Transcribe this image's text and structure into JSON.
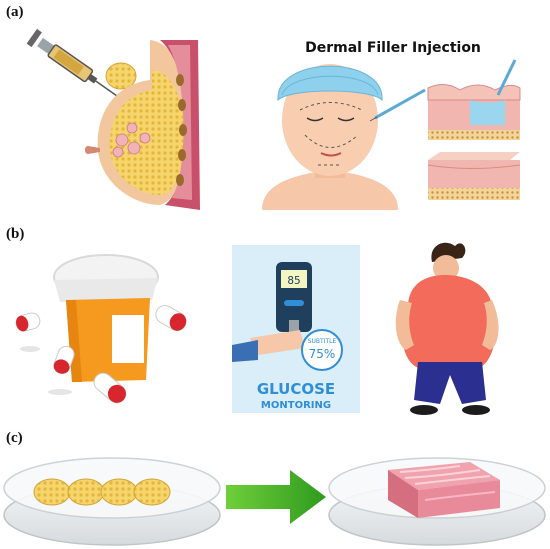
{
  "panels": [
    {
      "label": "(a)"
    },
    {
      "label": "(b)"
    },
    {
      "label": "(c)"
    }
  ],
  "dermal": {
    "title": "Dermal Filler Injection"
  },
  "glucose": {
    "meter_reading": "85",
    "badge_top": "SUBTITLE",
    "badge_value": "75%",
    "title_line1": "GLUCOSE",
    "title_line2": "MONTORING"
  },
  "colors": {
    "skin": "#f6c7a8",
    "fat_yellow": "#f2cf5e",
    "cap_blue": "#8fd0ec",
    "bottle_orange": "#f59a1f",
    "capsule_red": "#d8262f",
    "glucose_bg": "#d9eef9",
    "glucose_text": "#2f8ed6",
    "shirt_red": "#f26b5b",
    "pants_blue": "#2b2f8f",
    "arrow_green": "#49b02a",
    "meat_pink": "#e88a9a"
  },
  "icons": [
    "syringe-icon",
    "breast-implant-icon",
    "face-icon",
    "skin-layer-icon",
    "pill-bottle-icon",
    "capsule-icon",
    "glucose-meter-icon",
    "obese-person-icon",
    "petri-dish-icon",
    "arrow-right-icon",
    "meat-tissue-icon"
  ]
}
